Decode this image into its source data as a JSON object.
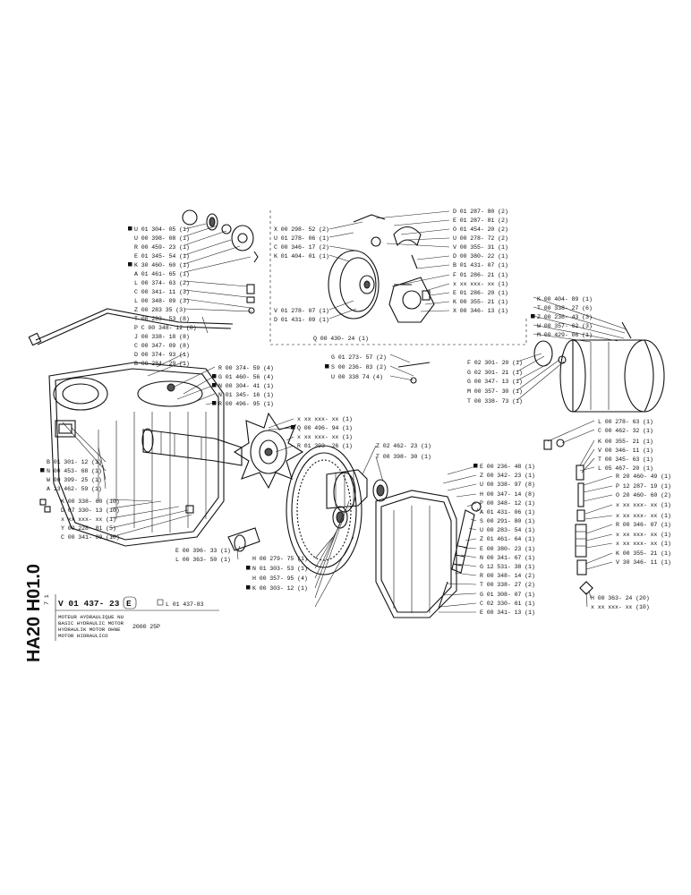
{
  "document": {
    "side_code": "HA20 H01.0",
    "side_small": "7 1"
  },
  "title_block": {
    "ref": "V 01 437- 23",
    "edition": "E",
    "see_ref": "L 01 437-83",
    "model": "2000 25P",
    "lines": [
      "MOTEUR HYDRAULIQUE NU",
      "BASIC HYDRAULIC MOTOR",
      "HYDRAULIK MOTOR OHNE",
      "MOTOR HIDRAULICO"
    ]
  },
  "labels": [
    {
      "text": "U 01 304- 05 (1)",
      "marked": true
    },
    {
      "text": "U 00 398- 08 (1)",
      "marked": false
    },
    {
      "text": "R 00 459- 23 (1)",
      "marked": false
    },
    {
      "text": "E 01 345- 54 (1)",
      "marked": false
    },
    {
      "text": "K 30 460- 60 (1)",
      "marked": true
    },
    {
      "text": "A 01 461- 65 (1)",
      "marked": false
    },
    {
      "text": "L 00 374- 63 (2)",
      "marked": false
    },
    {
      "text": "C 00 341- 11 (3)",
      "marked": false
    },
    {
      "text": "L 00 348- 09 (3)",
      "marked": false
    },
    {
      "text": "Z 00 283 35 (3)",
      "marked": false
    },
    {
      "text": "T 00 283- 53 (8)",
      "marked": false
    },
    {
      "text": "P C 00 348- 12 (8)",
      "marked": false
    },
    {
      "text": "J 00 338- 18 (8)",
      "marked": false
    },
    {
      "text": "C 00 347- 09 (8)",
      "marked": false
    },
    {
      "text": "D 00 374- 93 (1)",
      "marked": false
    },
    {
      "text": "B 00 284- 29 (1)",
      "marked": false
    },
    {
      "text": "X 00 298- 52 (2)",
      "marked": false
    },
    {
      "text": "U 01 278- 06 (1)",
      "marked": false
    },
    {
      "text": "C 00 346- 17 (2)",
      "marked": false
    },
    {
      "text": "K 01 404- 01 (1)",
      "marked": false
    },
    {
      "text": "D 01 287- 80 (2)",
      "marked": false
    },
    {
      "text": "E 01 287- 81 (2)",
      "marked": false
    },
    {
      "text": "O 01 454- 20 (2)",
      "marked": false
    },
    {
      "text": "U 00 278- 72 (2)",
      "marked": false
    },
    {
      "text": "V 00 355- 31 (1)",
      "marked": false
    },
    {
      "text": "D 00 380- 22 (1)",
      "marked": false
    },
    {
      "text": "B 01 431- 07 (1)",
      "marked": false
    },
    {
      "text": "F 01 286- 21 (1)",
      "marked": false
    },
    {
      "text": "x xx xxx- xx (1)",
      "marked": false
    },
    {
      "text": "E 01 286- 20 (1)",
      "marked": false
    },
    {
      "text": "K 00 355- 21 (1)",
      "marked": false
    },
    {
      "text": "X 00 346- 13 (1)",
      "marked": false
    },
    {
      "text": "V 01 278- 07 (1)",
      "marked": false
    },
    {
      "text": "D 01 431- 09 (1)",
      "marked": false
    },
    {
      "text": "Q 00 430- 24 (1)",
      "marked": false
    },
    {
      "text": "K 00 404- 89 (1)",
      "marked": false
    },
    {
      "text": "T 00 338- 27 (6)",
      "marked": false
    },
    {
      "text": "Z 00 236- 43 (3)",
      "marked": true
    },
    {
      "text": "W 00 357- 62 (3)",
      "marked": false
    },
    {
      "text": "M 00 429- 06 (1)",
      "marked": false
    },
    {
      "text": "G 01 273- 57 (2)",
      "marked": false
    },
    {
      "text": "S 00 236- 83 (2)",
      "marked": true
    },
    {
      "text": "U 00 338 74 (4)",
      "marked": false
    },
    {
      "text": "F 02 301- 20 (1)",
      "marked": false
    },
    {
      "text": "G 02 301- 21 (1)",
      "marked": false
    },
    {
      "text": "G 00 347- 13 (1)",
      "marked": false
    },
    {
      "text": "M 00 357- 30 (1)",
      "marked": false
    },
    {
      "text": "T 00 338- 73 (1)",
      "marked": false
    },
    {
      "text": "R 00 374- 59 (4)",
      "marked": false
    },
    {
      "text": "G 01 460- 56 (4)",
      "marked": true
    },
    {
      "text": "N 00 304- 41 (1)",
      "marked": true
    },
    {
      "text": "N 01 345- 16 (1)",
      "marked": false
    },
    {
      "text": "R 00 496- 95 (1)",
      "marked": true
    },
    {
      "text": "x xx xxx- xx (1)",
      "marked": false
    },
    {
      "text": "Q 00 496- 94 (1)",
      "marked": true
    },
    {
      "text": "x xx xxx- xx (1)",
      "marked": false
    },
    {
      "text": "R 01 393- 26 (1)",
      "marked": false
    },
    {
      "text": "L 00 278- 63 (1)",
      "marked": false
    },
    {
      "text": "C 00 462- 32 (1)",
      "marked": false
    },
    {
      "text": "K 00 355- 21 (1)",
      "marked": false
    },
    {
      "text": "V 00 346- 11 (1)",
      "marked": false
    },
    {
      "text": "T 00 345- 63 (1)",
      "marked": false
    },
    {
      "text": "L 05 467- 20 (1)",
      "marked": false
    },
    {
      "text": "Z 02 462- 23 (1)",
      "marked": false
    },
    {
      "text": "T 00 398- 30 (1)",
      "marked": false
    },
    {
      "text": "B 01 301- 12 (1)",
      "marked": false
    },
    {
      "text": "N 00 453- 68 (1)",
      "marked": true
    },
    {
      "text": "W 00 399- 25 (1)",
      "marked": false
    },
    {
      "text": "A 13 462- 59 (1)",
      "marked": false
    },
    {
      "text": "K 00 338- 60 (10)",
      "marked": false
    },
    {
      "text": "D 07 330- 13 (10)",
      "marked": false
    },
    {
      "text": "x xx xxx- xx (1)",
      "marked": false
    },
    {
      "text": "Y 00 228- 81 (5)",
      "marked": false
    },
    {
      "text": "C 00 341- 80 (10)",
      "marked": false
    },
    {
      "text": "E 00 236- 48 (1)",
      "marked": true
    },
    {
      "text": "Z 00 342- 23 (1)",
      "marked": false
    },
    {
      "text": "U 00 338- 97 (8)",
      "marked": false
    },
    {
      "text": "H 00 347- 14 (8)",
      "marked": false
    },
    {
      "text": "P 00 348- 12 (1)",
      "marked": false
    },
    {
      "text": "A 01 431- 06 (1)",
      "marked": false
    },
    {
      "text": "S 00 291- 80 (1)",
      "marked": false
    },
    {
      "text": "U 00 283- 54 (1)",
      "marked": false
    },
    {
      "text": "Z 01 461- 64 (1)",
      "marked": false
    },
    {
      "text": "E 00 380- 23 (1)",
      "marked": false
    },
    {
      "text": "N 00 341- 67 (1)",
      "marked": false
    },
    {
      "text": "G 12 531- 38 (1)",
      "marked": false
    },
    {
      "text": "R 00 348- 14 (2)",
      "marked": false
    },
    {
      "text": "T 00 338- 27 (2)",
      "marked": false
    },
    {
      "text": "G 01 308- 07 (1)",
      "marked": false
    },
    {
      "text": "C 02 330- 61 (1)",
      "marked": false
    },
    {
      "text": "E 00 341- 13 (1)",
      "marked": false
    },
    {
      "text": "R 20 460- 49 (1)",
      "marked": false
    },
    {
      "text": "P 12 287- 19 (1)",
      "marked": false
    },
    {
      "text": "O 20 460- 60 (2)",
      "marked": false
    },
    {
      "text": "x xx xxx- xx (1)",
      "marked": false
    },
    {
      "text": "x xx xxx- xx (1)",
      "marked": false
    },
    {
      "text": "R 00 346- 07 (1)",
      "marked": false
    },
    {
      "text": "x xx xxx- xx (1)",
      "marked": false
    },
    {
      "text": "x xx xxx- xx (1)",
      "marked": false
    },
    {
      "text": "K 00 355- 21 (1)",
      "marked": false
    },
    {
      "text": "V 30 346- 11 (1)",
      "marked": false
    },
    {
      "text": "H 00 363- 24 (20)",
      "marked": false
    },
    {
      "text": "x xx xxx- xx (10)",
      "marked": false
    },
    {
      "text": "E 00 396- 33 (1)",
      "marked": false
    },
    {
      "text": "L 00 363- 50 (1)",
      "marked": false
    },
    {
      "text": "H 00 279- 75 (1)",
      "marked": false
    },
    {
      "text": "N 01 303- 53 (1)",
      "marked": true
    },
    {
      "text": "H 00 357- 95 (4)",
      "marked": false
    },
    {
      "text": "K 00 303- 12 (1)",
      "marked": true
    }
  ]
}
